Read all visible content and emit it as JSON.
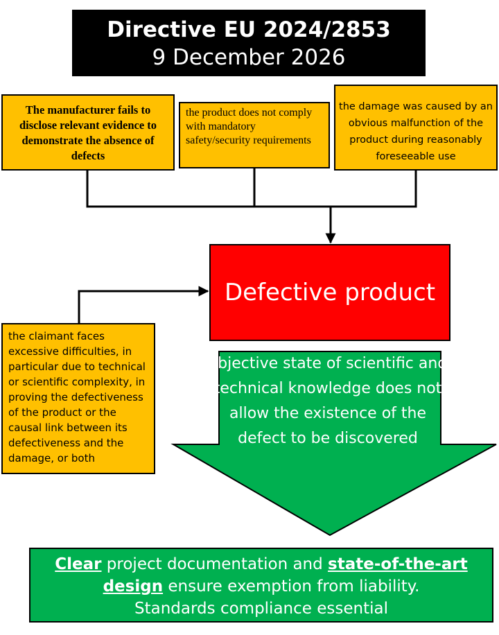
{
  "title": {
    "line1": "Directive EU 2024/2853",
    "line2": "9 December 2026"
  },
  "conditions": {
    "manufacturer_fails": "The manufacturer fails to disclose relevant evidence to demonstrate the absence of defects",
    "non_compliance": "the product does not comply with mandatory safety/security requirements",
    "obvious_malfunction": "the damage was caused by an obvious malfunction of the product during reasonably foreseeable use",
    "claimant_difficulties": "the claimant faces excessive difficulties, in particular due to technical or scientific complexity, in proving the defectiveness of the product or the causal link between its defectiveness and the damage, or both"
  },
  "result": {
    "defective_product": "Defective product"
  },
  "exemption": {
    "text": "objective state of scientific and technical knowledge does not allow the existence of the defect to be discovered"
  },
  "conclusion": {
    "clear": "Clear",
    "part1": " project documentation and ",
    "state_of_art": "state-of-the-art",
    "design": "design",
    "part2": " ensure exemption from liability.",
    "line3": "Standards compliance essential"
  },
  "colors": {
    "condition_fill": "#ffc000",
    "defect_fill": "#ff0000",
    "exemption_fill": "#00b050",
    "title_fill": "#000000"
  }
}
